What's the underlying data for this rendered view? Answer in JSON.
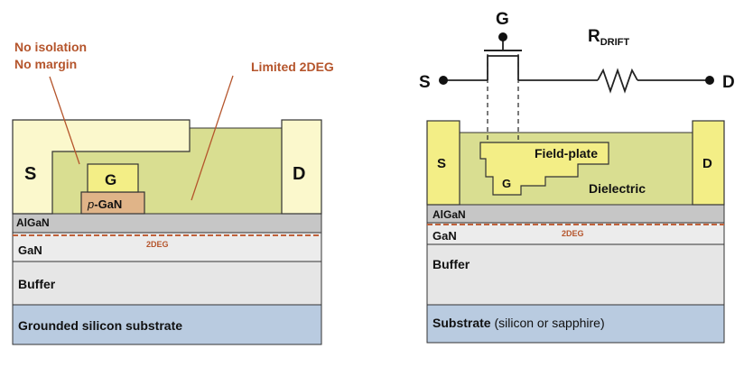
{
  "colors": {
    "light_yellow": "#fbf8cc",
    "olive_green": "#d9de91",
    "gate_yellow": "#f3ee86",
    "pgan_tan": "#e0b488",
    "algan_gray": "#c6c6c6",
    "gan_light": "#ececec",
    "buffer_gray": "#e6e6e6",
    "substrate_blue": "#b9cbe0",
    "annotation_orange": "#b5552c",
    "dashed_2deg": "#c0613a"
  },
  "left": {
    "source": "S",
    "drain": "D",
    "gate": "G",
    "pgan_prefix": "p",
    "pgan_suffix": "-GaN",
    "algan": "AlGaN",
    "gan": "GaN",
    "buffer": "Buffer",
    "substrate": "Grounded silicon substrate",
    "twodeg": "2DEG",
    "ann_isolation": "No isolation",
    "ann_margin": "No margin",
    "ann_limited": "Limited 2DEG"
  },
  "right": {
    "source": "S",
    "drain": "D",
    "gate_fp": "G",
    "field_plate": "Field-plate",
    "dielectric": "Dielectric",
    "algan": "AlGaN",
    "gan": "GaN",
    "buffer": "Buffer",
    "substrate_bold": "Substrate",
    "substrate_rest": " (silicon or sapphire)",
    "twodeg": "2DEG"
  },
  "circuit": {
    "gate": "G",
    "source": "S",
    "drain": "D",
    "r_main": "R",
    "r_sub": "DRIFT"
  }
}
